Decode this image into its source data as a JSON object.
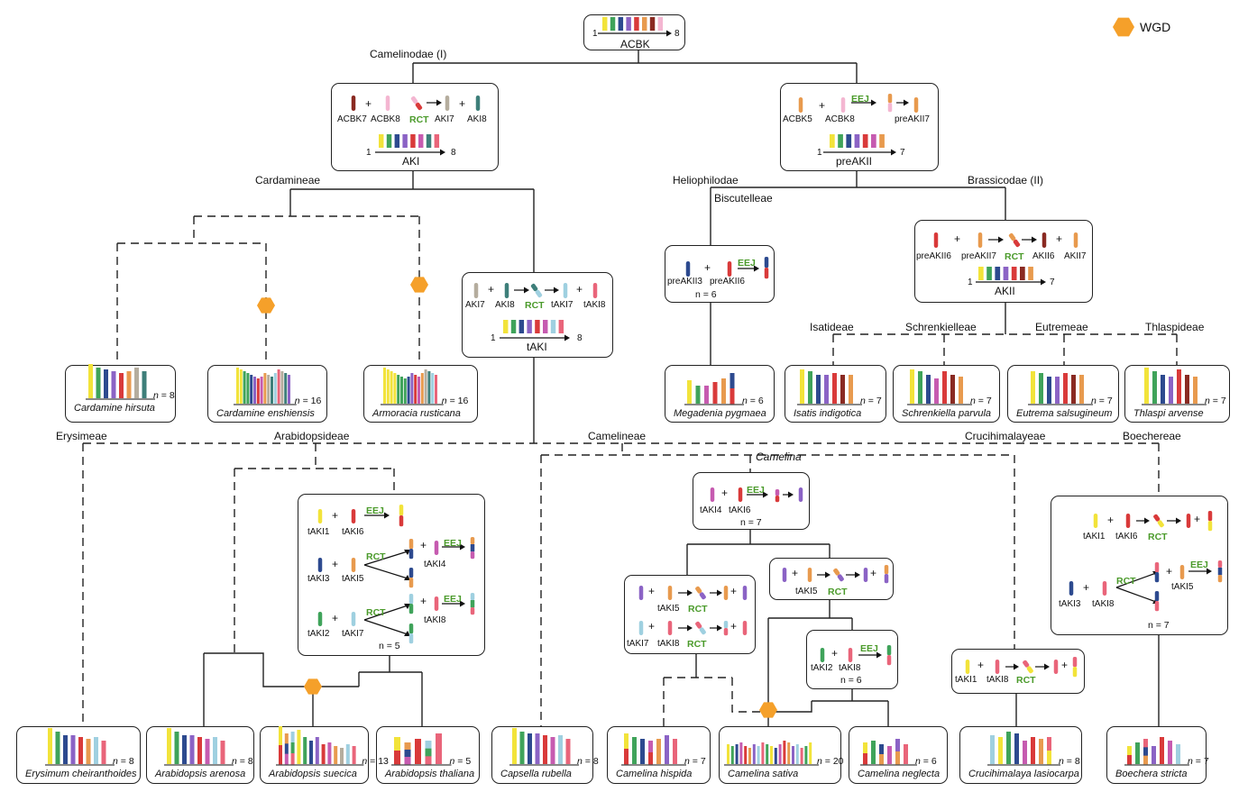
{
  "colors": {
    "yellow": "#f2e33a",
    "green": "#3fa35a",
    "navy": "#2d4a8f",
    "purple": "#8b63c5",
    "magenta": "#c65bb0",
    "red": "#d93a3a",
    "orange": "#e89a4e",
    "lpink": "#f4b6d1",
    "brown": "#8a2a22",
    "gray": "#b5ad9e",
    "teal": "#3e7f7a",
    "salmon": "#e9657a",
    "lblue": "#9fd0e0",
    "wgd": "#f5a02a"
  },
  "legend": {
    "label": "WGD"
  },
  "clades": {
    "camelinodae": "Camelinodae (I)",
    "cardamineae": "Cardamineae",
    "heliophilodae": "Heliophilodae",
    "biscutelleae": "Biscutelleae",
    "brassicodae": "Brassicodae (II)",
    "isatideae": "Isatideae",
    "schrenkielleae": "Schrenkielleae",
    "eutremeae": "Eutremeae",
    "thlaspideae": "Thlaspideae",
    "erysimeae": "Erysimeae",
    "arabidopsideae": "Arabidopsideae",
    "camelineae": "Camelineae",
    "camelina": "Camelina",
    "crucihimalayeae": "Crucihimalayeae",
    "boechereae": "Boechereae"
  },
  "ops": {
    "rct": "RCT",
    "eej": "EEJ",
    "plus": "+",
    "n5": "n = 5",
    "n6": "n = 6",
    "n7": "n = 7"
  },
  "karyotypes": {
    "acbk": {
      "name": "ACBK",
      "start": "1",
      "end": "8"
    },
    "aki": {
      "name": "AKI",
      "start": "1",
      "end": "8",
      "parts": [
        "ACBK7",
        "ACBK8",
        "AKI7",
        "AKI8"
      ]
    },
    "preakii": {
      "name": "preAKII",
      "start": "1",
      "end": "7",
      "parts": [
        "ACBK5",
        "ACBK8",
        "preAKII7"
      ]
    },
    "taki": {
      "name": "tAKI",
      "start": "1",
      "end": "8",
      "parts": [
        "AKI7",
        "AKI8",
        "tAKI7",
        "tAKI8"
      ]
    },
    "akii": {
      "name": "AKII",
      "start": "1",
      "end": "7",
      "parts": [
        "preAKII6",
        "preAKII7",
        "AKII6",
        "AKII7"
      ]
    },
    "bisc": {
      "parts": [
        "preAKII3",
        "preAKII6"
      ]
    },
    "arab": {
      "parts": [
        "tAKI1",
        "tAKI6",
        "tAKI3",
        "tAKI5",
        "tAKI4",
        "tAKI2",
        "tAKI7",
        "tAKI8"
      ]
    },
    "cam1": {
      "parts": [
        "tAKI4",
        "tAKI6"
      ]
    },
    "cam2": {
      "parts": [
        "tAKI5",
        "tAKI7",
        "tAKI8"
      ]
    },
    "cam3": {
      "parts": [
        "tAKI5"
      ]
    },
    "cam4": {
      "parts": [
        "tAKI2",
        "tAKI8"
      ]
    },
    "boech": {
      "parts": [
        "tAKI1",
        "tAKI6",
        "tAKI3",
        "tAKI8",
        "tAKI5"
      ]
    },
    "cruci": {
      "parts": [
        "tAKI1",
        "tAKI8"
      ]
    }
  },
  "species": {
    "cardamine_hirsuta": {
      "name": "Cardamine hirsuta",
      "n": "= 8"
    },
    "cardamine_enshiensis": {
      "name": "Cardamine enshiensis",
      "n": "= 16"
    },
    "armoracia_rusticana": {
      "name": "Armoracia rusticana",
      "n": "= 16"
    },
    "megadenia_pygmaea": {
      "name": "Megadenia pygmaea",
      "n": "= 6"
    },
    "isatis_indigotica": {
      "name": "Isatis indigotica",
      "n": "= 7"
    },
    "schrenkiella_parvula": {
      "name": "Schrenkiella parvula",
      "n": "= 7"
    },
    "eutrema_salsugineum": {
      "name": "Eutrema salsugineum",
      "n": "= 7"
    },
    "thlaspi_arvense": {
      "name": "Thlaspi arvense",
      "n": "= 7"
    },
    "erysimum_cheiranthoides": {
      "name": "Erysimum cheiranthoides",
      "n": "= 8"
    },
    "arabidopsis_arenosa": {
      "name": "Arabidopsis arenosa",
      "n": "= 8"
    },
    "arabidopsis_suecica": {
      "name": "Arabidopsis suecica",
      "n": "= 13"
    },
    "arabidopsis_thaliana": {
      "name": "Arabidopsis thaliana",
      "n": "= 5"
    },
    "capsella_rubella": {
      "name": "Capsella rubella",
      "n": "= 8"
    },
    "camelina_hispida": {
      "name": "Camelina hispida",
      "n": "= 7"
    },
    "camelina_sativa": {
      "name": "Camelina sativa",
      "n": "= 20"
    },
    "camelina_neglecta": {
      "name": "Camelina neglecta",
      "n": "= 6"
    },
    "crucihimalaya_lasiocarpa": {
      "name": "Crucihimalaya lasiocarpa",
      "n": "= 8"
    },
    "boechera_stricta": {
      "name": "Boechera stricta",
      "n": "= 7"
    }
  }
}
